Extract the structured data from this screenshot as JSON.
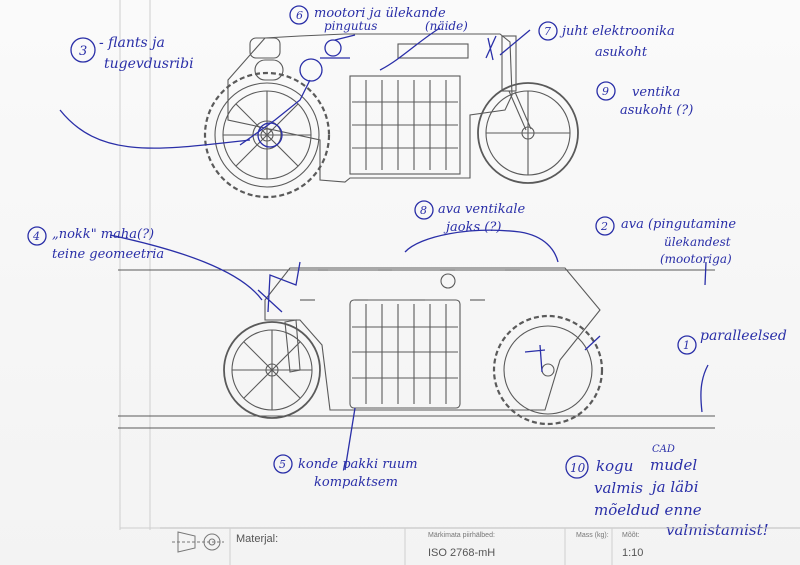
{
  "colors": {
    "ink": "#2a2fa8",
    "pencil": "#5a5a5a",
    "paper": "#f6f6f6"
  },
  "annotations": {
    "n1": "1",
    "t1": "paralleelsed",
    "n2": "2",
    "t2a": "ava (pingutamine",
    "t2b": "ülekandest",
    "t2c": "(mootoriga)",
    "n3": "3",
    "t3a": "- flants ja",
    "t3b": "tugevdusribi",
    "n4": "4",
    "t4a": "„nokk\" maha(?)",
    "t4b": "teine geomeetria",
    "n5": "5",
    "t5a": "konde pakki ruum",
    "t5b": "kompaktsem",
    "n6": "6",
    "t6a": "mootori ja ülekande",
    "t6b": "pingutus",
    "t6c": "(näide)",
    "n7": "7",
    "t7a": "juht elektroonika",
    "t7b": "asukoht",
    "n8": "8",
    "t8a": "ava ventikale",
    "t8b": "jaoks (?)",
    "n9": "9",
    "t9a": "ventika",
    "t9b": "asukoht (?)",
    "n10": "10",
    "t10a": "kogu",
    "t10sup": "CAD",
    "t10b": "mudel",
    "t10c": "valmis",
    "t10d": "ja läbi",
    "t10e": "mõeldud enne",
    "t10f": "valmistamist!"
  },
  "title_block": {
    "material_label": "Materjal:",
    "tolerance_label": "Märkimata piirhälbed:",
    "tolerance_value": "ISO 2768-mH",
    "mass_label": "Mass (kg):",
    "scale_label": "Mõõt:",
    "scale_value": "1:10"
  }
}
